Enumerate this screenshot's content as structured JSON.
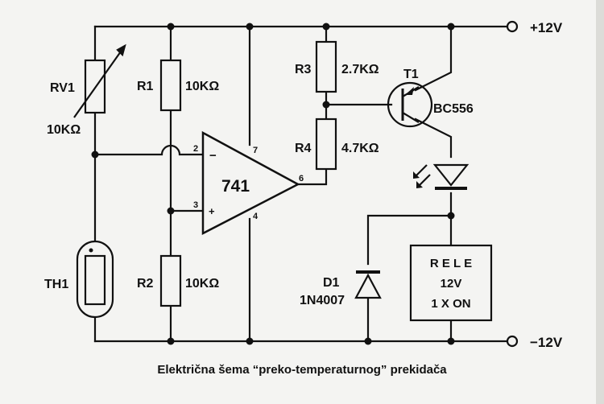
{
  "diagram": {
    "title": "Električna šema “preko-temperaturnog” prekidača",
    "supply": {
      "positive": "+12V",
      "negative": "−12V"
    },
    "components": {
      "rv1": {
        "ref": "RV1",
        "value": "10KΩ"
      },
      "r1": {
        "ref": "R1",
        "value": "10KΩ"
      },
      "r2": {
        "ref": "R2",
        "value": "10KΩ"
      },
      "r3": {
        "ref": "R3",
        "value": "2.7KΩ"
      },
      "r4": {
        "ref": "R4",
        "value": "4.7KΩ"
      },
      "th1": {
        "ref": "TH1"
      },
      "ic": {
        "ref": "741",
        "pins": {
          "inv": "2",
          "noninv": "3",
          "vplus": "7",
          "vminus": "4",
          "out": "6"
        }
      },
      "t1": {
        "ref": "T1",
        "part": "BC556"
      },
      "d1": {
        "ref": "D1",
        "part": "1N4007"
      },
      "relay": {
        "line1": "R E L E",
        "line2": "12V",
        "line3": "1 X ON"
      }
    },
    "colors": {
      "ink": "#111111",
      "paper": "#f4f4f2"
    }
  }
}
